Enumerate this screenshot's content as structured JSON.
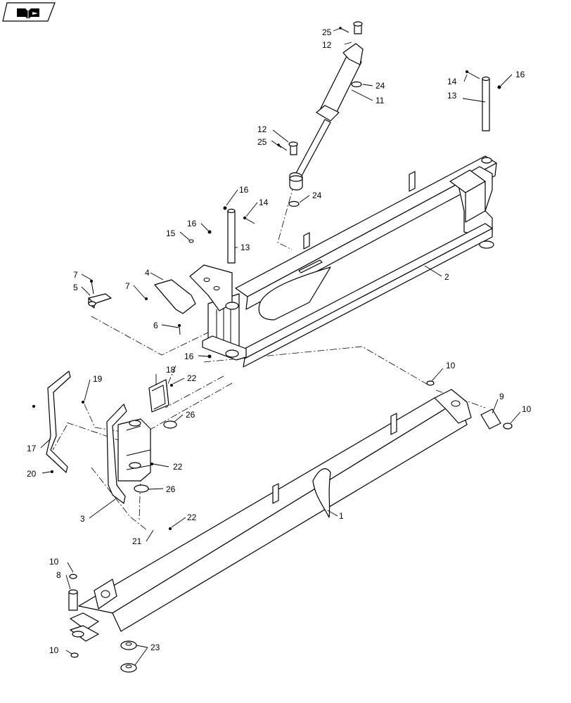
{
  "navigation": {
    "icon": "open-book-icon"
  },
  "callouts": [
    {
      "id": "c25a",
      "label": "25"
    },
    {
      "id": "c12a",
      "label": "12"
    },
    {
      "id": "c24a",
      "label": "24"
    },
    {
      "id": "c11",
      "label": "11"
    },
    {
      "id": "c14a",
      "label": "14"
    },
    {
      "id": "c16a",
      "label": "16"
    },
    {
      "id": "c13a",
      "label": "13"
    },
    {
      "id": "c12b",
      "label": "12"
    },
    {
      "id": "c25b",
      "label": "25"
    },
    {
      "id": "c24b",
      "label": "24"
    },
    {
      "id": "c16b",
      "label": "16"
    },
    {
      "id": "c14b",
      "label": "14"
    },
    {
      "id": "c16c",
      "label": "16"
    },
    {
      "id": "c15",
      "label": "15"
    },
    {
      "id": "c13b",
      "label": "13"
    },
    {
      "id": "c2",
      "label": "2"
    },
    {
      "id": "c7a",
      "label": "7"
    },
    {
      "id": "c5",
      "label": "5"
    },
    {
      "id": "c4",
      "label": "4"
    },
    {
      "id": "c7b",
      "label": "7"
    },
    {
      "id": "c6",
      "label": "6"
    },
    {
      "id": "c16d",
      "label": "16"
    },
    {
      "id": "c10a",
      "label": "10"
    },
    {
      "id": "c18",
      "label": "18"
    },
    {
      "id": "c22a",
      "label": "22"
    },
    {
      "id": "c19",
      "label": "19"
    },
    {
      "id": "c9",
      "label": "9"
    },
    {
      "id": "c10b",
      "label": "10"
    },
    {
      "id": "c26a",
      "label": "26"
    },
    {
      "id": "c17",
      "label": "17"
    },
    {
      "id": "c22b",
      "label": "22"
    },
    {
      "id": "c20",
      "label": "20"
    },
    {
      "id": "c26b",
      "label": "26"
    },
    {
      "id": "c3",
      "label": "3"
    },
    {
      "id": "c1",
      "label": "1"
    },
    {
      "id": "c22c",
      "label": "22"
    },
    {
      "id": "c21",
      "label": "21"
    },
    {
      "id": "c10c",
      "label": "10"
    },
    {
      "id": "c8",
      "label": "8"
    },
    {
      "id": "c23",
      "label": "23"
    },
    {
      "id": "c10d",
      "label": "10"
    }
  ]
}
